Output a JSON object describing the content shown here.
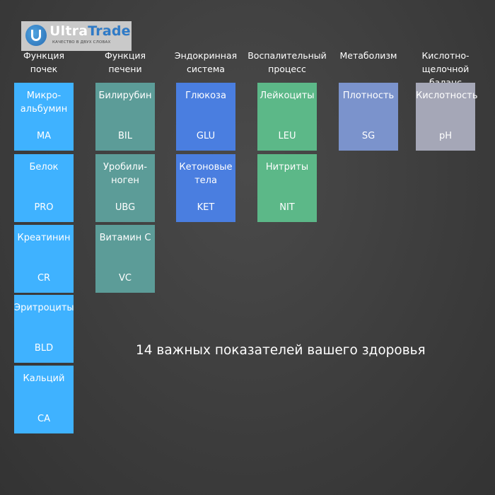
{
  "logo": {
    "part1": "Ultra",
    "part2": "Trade",
    "tagline": "КАЧЕСТВО В ДВУХ СЛОВАХ"
  },
  "colors": {
    "kidney": "#3fb2ff",
    "liver": "#5c9c98",
    "endocrine": "#4a7ee0",
    "inflammation": "#5cb888",
    "metabolism": "#7b93cc",
    "acid_base": "#a5a7b7"
  },
  "columns": [
    {
      "header": "Функция\nпочек",
      "color_key": "kidney",
      "items": [
        {
          "name": "Микро-\nальбумин",
          "code": "MA"
        },
        {
          "name": "Белок",
          "code": "PRO"
        },
        {
          "name": "Креатинин",
          "code": "CR"
        },
        {
          "name": "Эритроциты",
          "code": "BLD"
        },
        {
          "name": "Кальций",
          "code": "CA"
        }
      ]
    },
    {
      "header": "Функция\nпечени",
      "color_key": "liver",
      "items": [
        {
          "name": "Билирубин",
          "code": "BIL"
        },
        {
          "name": "Уробили-\nноген",
          "code": "UBG"
        },
        {
          "name": "Витамин С",
          "code": "VC"
        }
      ]
    },
    {
      "header": "Эндокринная\nсистема",
      "color_key": "endocrine",
      "items": [
        {
          "name": "Глюкоза",
          "code": "GLU"
        },
        {
          "name": "Кетоновые\nтела",
          "code": "KET"
        }
      ]
    },
    {
      "header": "Воспалительный\nпроцесс",
      "color_key": "inflammation",
      "items": [
        {
          "name": "Лейкоциты",
          "code": "LEU"
        },
        {
          "name": "Нитриты",
          "code": "NIT"
        }
      ]
    },
    {
      "header": "Метаболизм",
      "color_key": "metabolism",
      "items": [
        {
          "name": "Плотность",
          "code": "SG"
        }
      ]
    },
    {
      "header": "Кислотно-\nщелочной баланс",
      "color_key": "acid_base",
      "items": [
        {
          "name": "Кислотность",
          "code": "pH"
        }
      ]
    }
  ],
  "footer_title": "14 важных показателей вашего здоровья"
}
